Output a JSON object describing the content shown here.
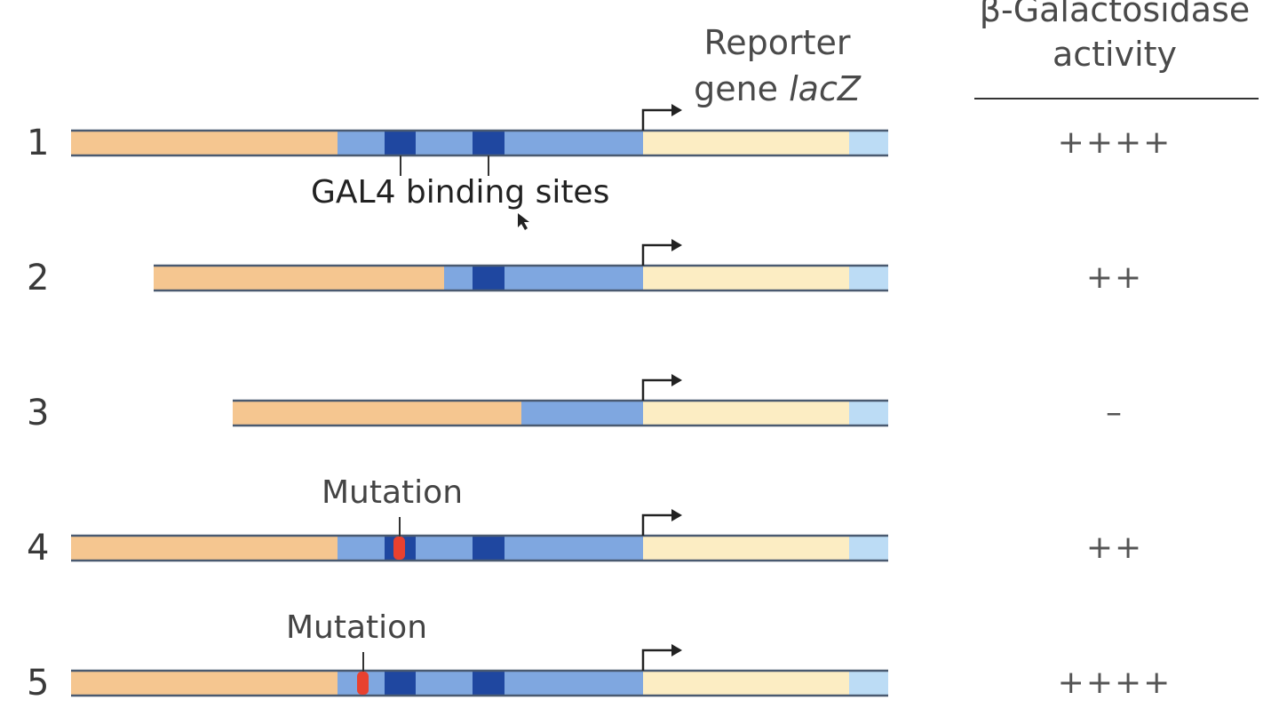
{
  "header": {
    "reporter_line1": "Reporter",
    "reporter_line2_prefix": "gene ",
    "reporter_line2_italic": "lacZ",
    "activity_line1": "β-Galactosidase",
    "activity_line2": "activity"
  },
  "labels": {
    "binding_sites": "GAL4 binding sites",
    "mutation": "Mutation"
  },
  "rows": [
    {
      "number": "1",
      "activity": "++++"
    },
    {
      "number": "2",
      "activity": "++"
    },
    {
      "number": "3",
      "activity": "–"
    },
    {
      "number": "4",
      "activity": "++"
    },
    {
      "number": "5",
      "activity": "++++"
    }
  ],
  "colors": {
    "upstream": "#f5c690",
    "promoter": "#7fa7e0",
    "binding_site": "#1f47a0",
    "reporter": "#fcedc3",
    "tail": "#bcdcf5",
    "mutation": "#e8412f",
    "outline": "#4a5a70"
  }
}
